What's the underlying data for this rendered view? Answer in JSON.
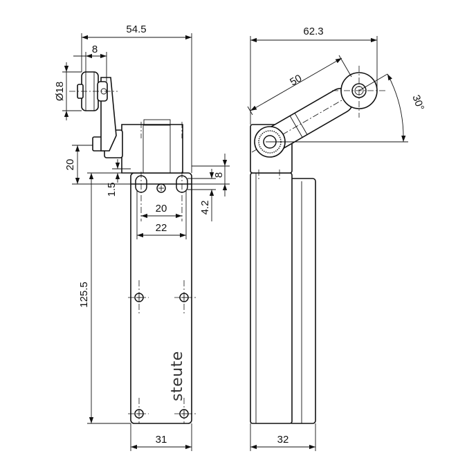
{
  "brand": "steute",
  "dimensions": {
    "overall_width_left": "54.5",
    "roller_width": "8",
    "roller_diameter": "Ø18",
    "actuator_height": "20",
    "flange_thickness": "1.5",
    "hole_spacing_inner": "20",
    "hole_spacing_outer": "22",
    "flange_height": "8",
    "hole_diameter": "4.2",
    "body_length": "125.5",
    "body_width_front": "31",
    "overall_width_side": "62.3",
    "lever_length": "50",
    "lever_angle": "30°",
    "body_width_side": "32"
  }
}
